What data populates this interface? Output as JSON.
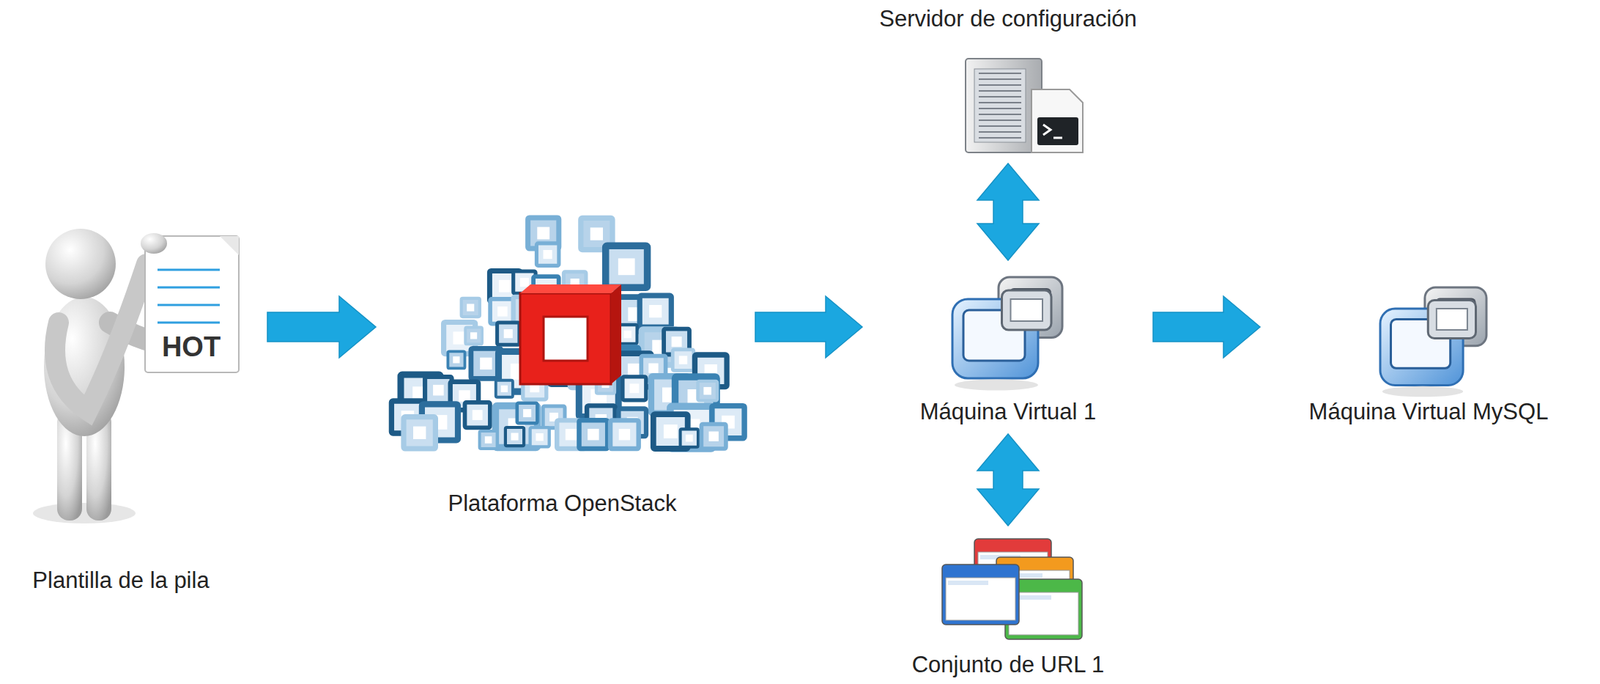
{
  "diagram": {
    "nodes": [
      {
        "text": [
          "Plantilla de la pila"
        ]
      },
      {
        "text": [
          "Plataforma OpenStack"
        ]
      },
      {
        "text": [
          "Servidor de configuración"
        ]
      },
      {
        "text": [
          "Máquina Virtual 1"
        ]
      },
      {
        "text": [
          "Conjunto de URL 1"
        ]
      },
      {
        "text": [
          "Máquina Virtual MySQL"
        ]
      }
    ],
    "edges": [
      {
        "from": 0,
        "to": 1,
        "arrow": "to"
      },
      {
        "from": 1,
        "to": 3,
        "arrow": "to"
      },
      {
        "from": 2,
        "to": 3,
        "arrow": "both"
      },
      {
        "from": 3,
        "to": 4,
        "arrow": "both"
      },
      {
        "from": 3,
        "to": 5,
        "arrow": "to"
      }
    ],
    "labels": [
      "HOT"
    ]
  }
}
